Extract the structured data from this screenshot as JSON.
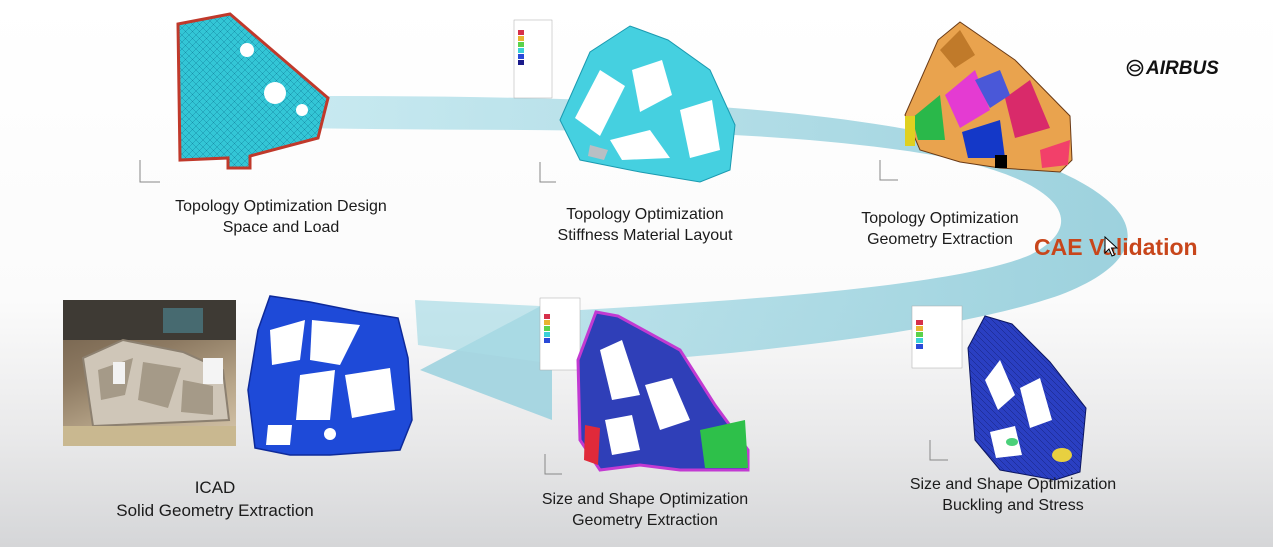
{
  "brand": {
    "name": "AIRBUS"
  },
  "flow_label": "CAE Validation",
  "steps": [
    {
      "line1": "Topology Optimization Design",
      "line2": "Space and Load"
    },
    {
      "line1": "Topology Optimization",
      "line2": "Stiffness Material Layout"
    },
    {
      "line1": "Topology Optimization",
      "line2": "Geometry Extraction"
    },
    {
      "line1": "Size and Shape Optimization",
      "line2": "Buckling and Stress"
    },
    {
      "line1": "Size and Shape Optimization",
      "line2": "Geometry Extraction"
    },
    {
      "line1": "ICAD",
      "line2": "Solid Geometry Extraction"
    }
  ],
  "colors": {
    "arrow": "#9fd6e0",
    "accent": "#c8461b",
    "mesh_cyan": "#33c6d6",
    "solid_blue": "#1438c8",
    "navy": "#1a2a8a"
  }
}
